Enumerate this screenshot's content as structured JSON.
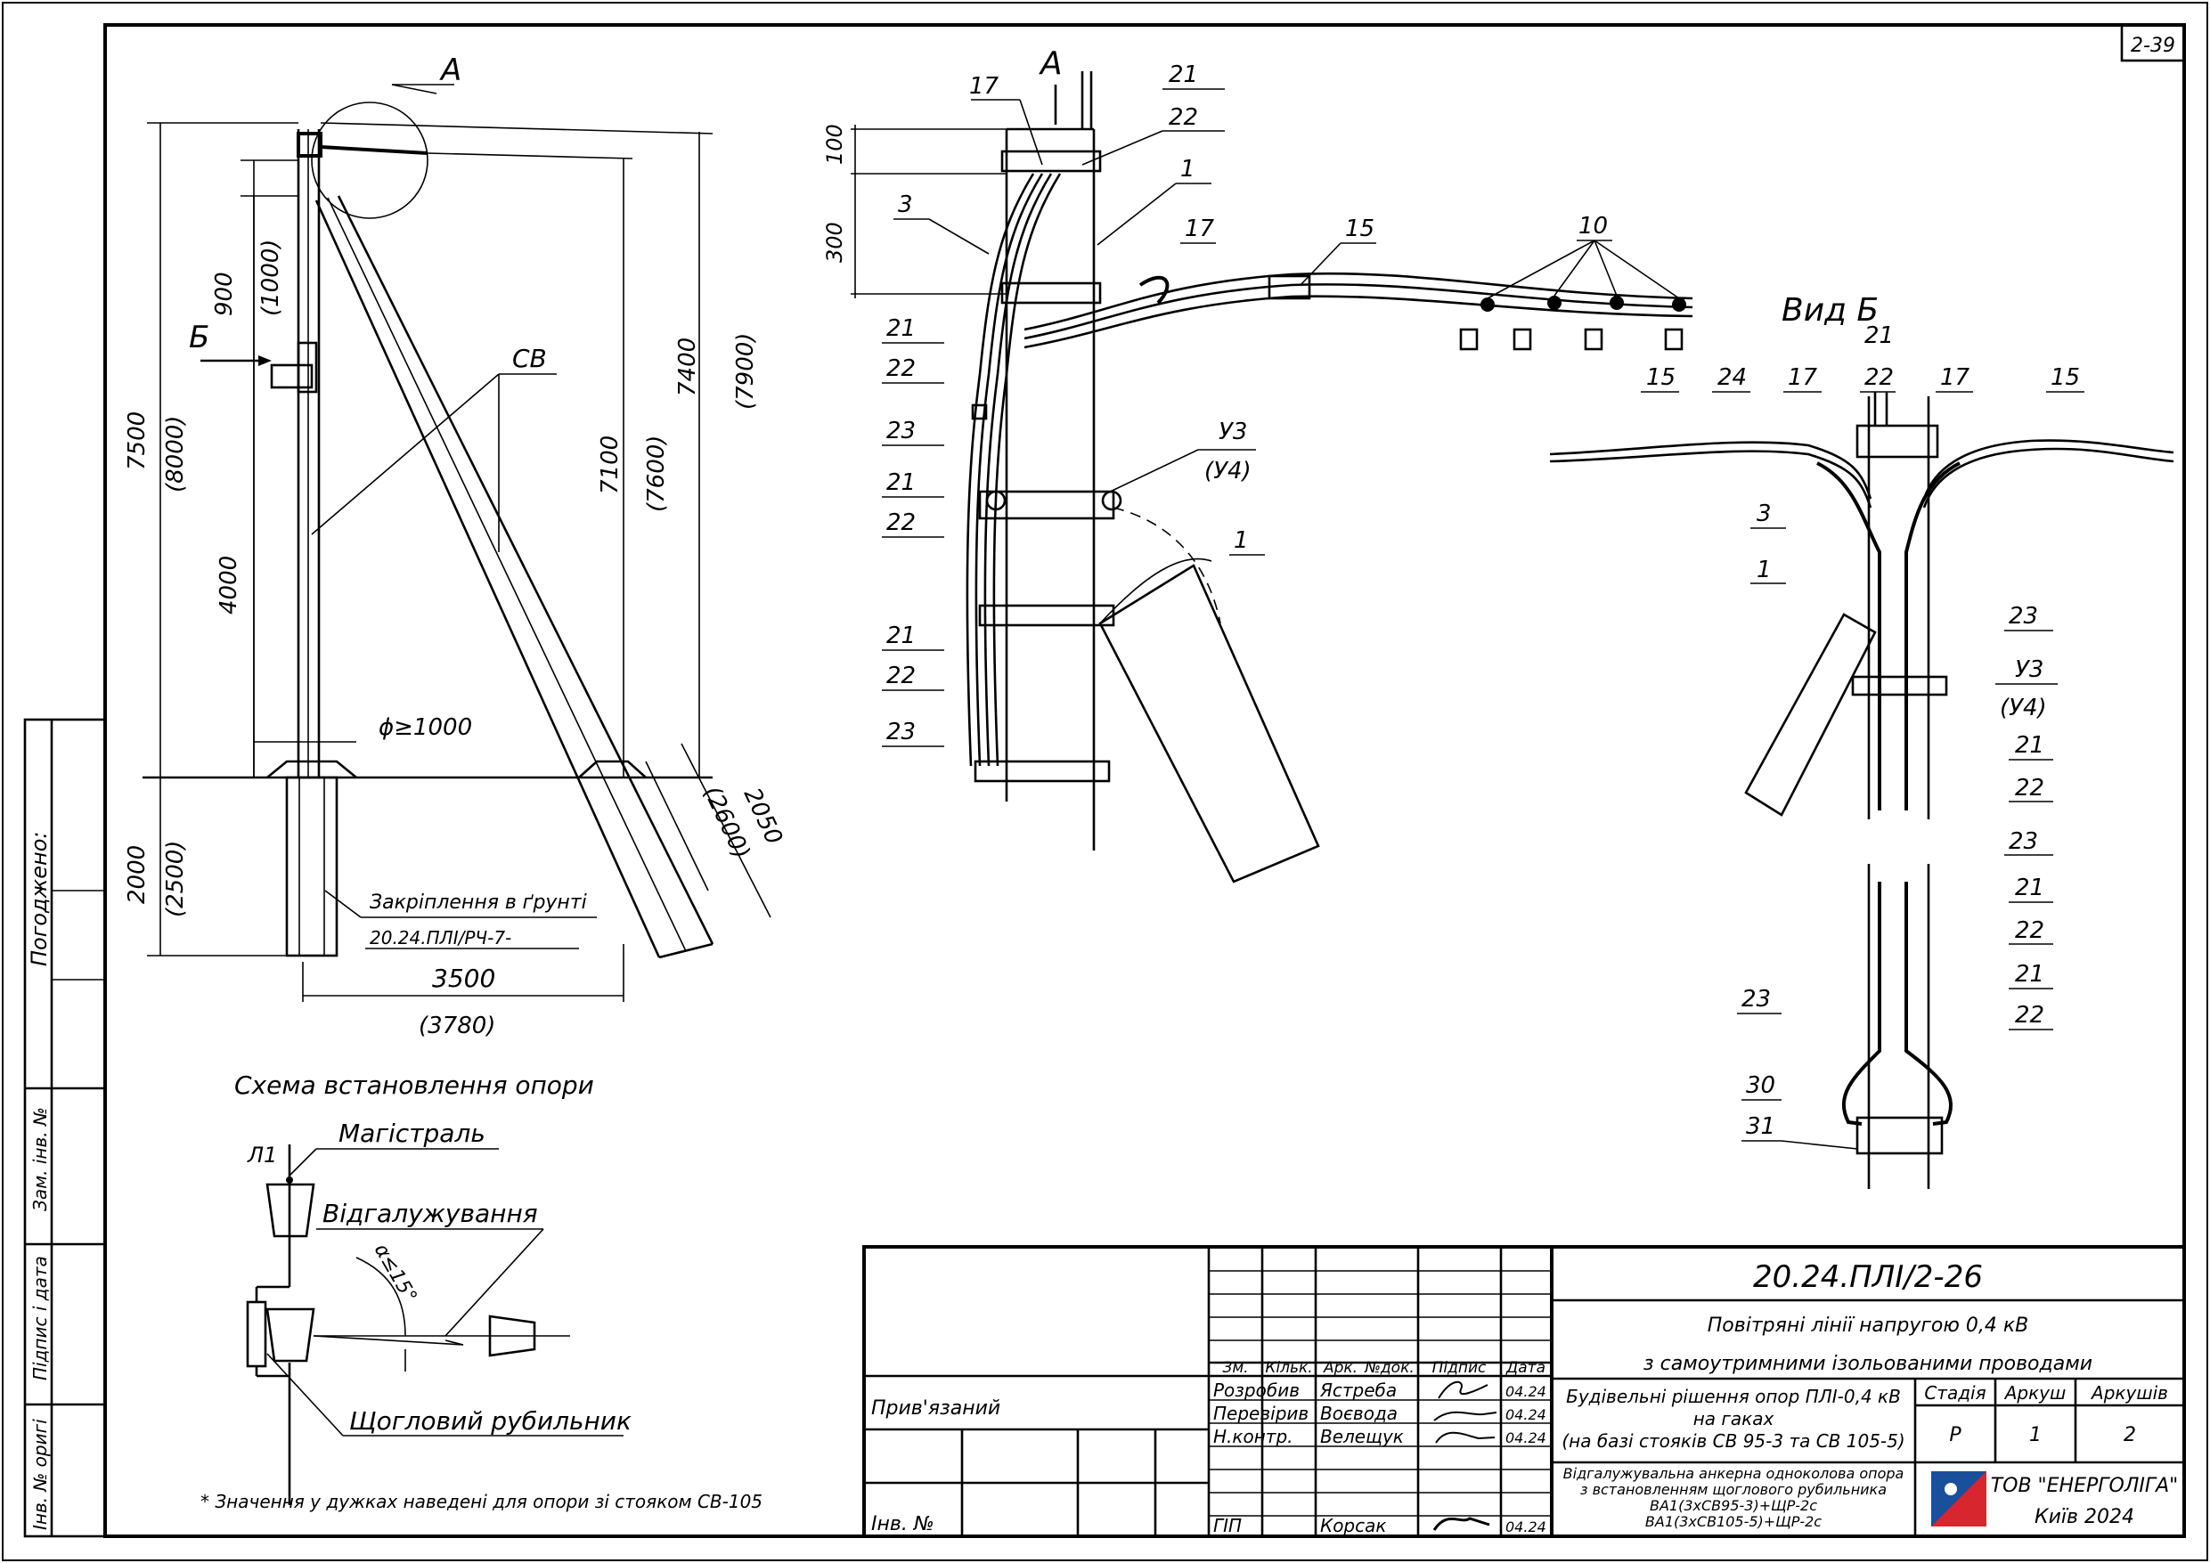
{
  "sheet": {
    "sheet_code": "2-39",
    "left_stamp": {
      "agreed": "Погоджено:",
      "replace_inv": "Зам. інв. №",
      "sign_date": "Підпис і дата",
      "inv_orig": "Інв. № оригі"
    }
  },
  "titleblock": {
    "doc_number": "20.24.ПЛІ/2-26",
    "project_title_1": "Повітряні лінії напругою 0,4 кВ",
    "project_title_2": "з самоутримними ізольованими проводами",
    "section_title_1": "Будівельні рішення опор ПЛІ-0,4 кВ",
    "section_title_2": "на гаках",
    "section_title_3": "(на базі стояків СВ 95-3 та СВ 105-5)",
    "drawing_title_1": "Відгалужувальна анкерна одноколова опора",
    "drawing_title_2": "з встановленням щоглового рубильника",
    "drawing_title_3": "ВА1(3хСВ95-3)+ЩР-2с",
    "drawing_title_4": "ВА1(3хСВ105-5)+ЩР-2с",
    "header": {
      "zm": "Зм.",
      "kilk": "Кільк.",
      "ark": "Арк.",
      "ndok": "№док.",
      "pidpys": "Підпис",
      "data": "Дата"
    },
    "rows": [
      {
        "role": "Розробив",
        "name": "Ястреба",
        "date": "04.24"
      },
      {
        "role": "Перевірив",
        "name": "Воєвода",
        "date": "04.24"
      },
      {
        "role": "Н.контр.",
        "name": "Велещук",
        "date": "04.24"
      },
      {
        "role": "ГІП",
        "name": "Корсак",
        "date": "04.24"
      }
    ],
    "stage_label": "Стадія",
    "stage_value": "Р",
    "sheet_label": "Аркуш",
    "sheet_value": "1",
    "sheets_label": "Аркушів",
    "sheets_value": "2",
    "company": "ТОВ \"ЕНЕРГОЛІГА\"",
    "city": "Київ 2024",
    "linked": "Прив'язаний",
    "inv_no": "Інв. №"
  },
  "left_view": {
    "detail_a": "А",
    "view_b": "Б",
    "strut": "СВ",
    "dim_7500": "7500",
    "dim_8000": "(8000)",
    "dim_900": "900",
    "dim_1000": "(1000)",
    "dim_4000": "4000",
    "dim_7100": "7100",
    "dim_7600": "(7600)",
    "dim_7400": "7400",
    "dim_7900": "(7900)",
    "dim_phi": "ϕ≥1000",
    "dim_2000": "2000",
    "dim_2500": "(2500)",
    "dim_2600": "(2600)",
    "dim_2050": "2050",
    "dim_3500": "3500",
    "dim_3780": "(3780)",
    "star": "*",
    "fixing_1": "Закріплення в ґрунті",
    "fixing_2": "20.24.ПЛІ/РЧ-7-"
  },
  "detail_view": {
    "title": "А",
    "dim_100": "100",
    "dim_300": "300",
    "callouts": [
      "17",
      "21",
      "22",
      "1",
      "3",
      "17",
      "15",
      "10",
      "21",
      "22",
      "23",
      "21",
      "22",
      "У3",
      "(У4)",
      "1",
      "21",
      "22",
      "23"
    ]
  },
  "view_b": {
    "title": "Вид Б",
    "callouts": [
      "15",
      "24",
      "17",
      "21",
      "22",
      "17",
      "15",
      "3",
      "1",
      "23",
      "У3",
      "(У4)",
      "21",
      "22",
      "23",
      "21",
      "22",
      "21",
      "22",
      "23",
      "30",
      "31"
    ]
  },
  "scheme": {
    "title": "Схема встановлення опори",
    "l1": "Л1",
    "main": "Магістраль",
    "branch": "Відгалужування",
    "angle": "α≤15°",
    "switch": "Щогловий рубильник",
    "note": "* Значення у дужках наведені для опори зі стояком СВ-105"
  }
}
